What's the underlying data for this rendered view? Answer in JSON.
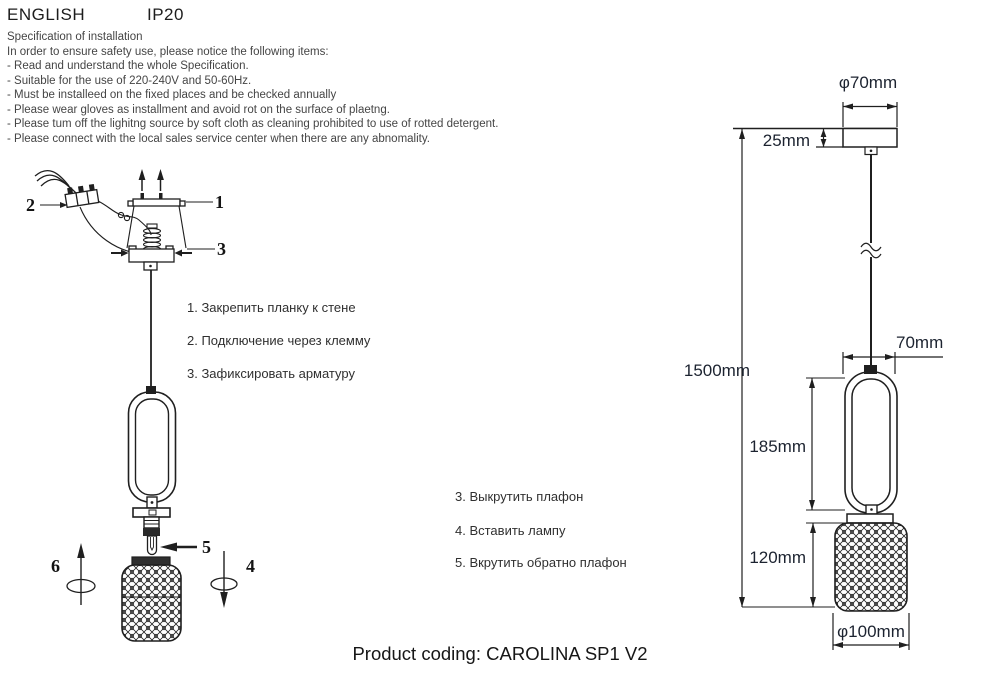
{
  "header": {
    "language": "ENGLISH",
    "ip_rating": "IP20"
  },
  "spec": {
    "title": "Specification of installation",
    "intro": "In order to ensure safety use, please notice the following items:",
    "items": [
      "- Read and understand the whole Specification.",
      "- Suitable for the use of 220-240V and 50-60Hz.",
      "- Must be installeed on the fixed places and be checked annually",
      "- Please wear gloves as installment and avoid rot on the surface of plaetng.",
      "- Please tum off the lighitng source by soft cloth as cleaning prohibited to use of rotted detergent.",
      "- Please connect with the local sales service center when there are any abnomality."
    ]
  },
  "steps_mount": [
    "1. Закрепить планку к стене",
    "2. Подключение через клемму",
    "3. Зафиксировать арматуру"
  ],
  "steps_lamp": [
    "3. Выкрутить плафон",
    "4. Вставить лампу",
    "5. Вкрутить обратно плафон"
  ],
  "callouts": {
    "bracket": "1",
    "terminal": "2",
    "canopy": "3",
    "screw_shade": "4",
    "bulb": "5",
    "unscrew_shade": "6"
  },
  "dimensions": {
    "canopy_diameter": "φ70mm",
    "canopy_height": "25mm",
    "suspension_length": "1500mm",
    "frame_width": "70mm",
    "frame_height": "185mm",
    "shade_height": "120mm",
    "shade_diameter": "φ100mm"
  },
  "footer": {
    "product_coding": "Product coding: CAROLINA SP1 V2"
  },
  "colors": {
    "ink": "#1f1f1f",
    "body_text": "#454545"
  }
}
